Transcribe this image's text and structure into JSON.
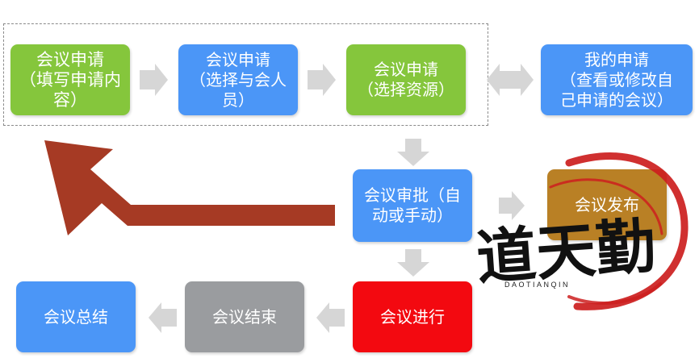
{
  "nodes": {
    "apply_fill": {
      "line1": "会议申请",
      "line2": "（填写申请内",
      "line3": "容）"
    },
    "apply_select_participants": {
      "line1": "会议申请",
      "line2": "（选择与会人",
      "line3": "员）"
    },
    "apply_select_resources": {
      "line1": "会议申请",
      "line2": "（选择资源）"
    },
    "my_applications": {
      "line1": "我的申请",
      "line2": "（查看或修改自",
      "line3": "己申请的会议）"
    },
    "approval": {
      "line1": "会议审批（自",
      "line2": "动或手动）"
    },
    "publish": {
      "label": "会议发布"
    },
    "in_progress": {
      "label": "会议进行"
    },
    "ended": {
      "label": "会议结束"
    },
    "summary": {
      "label": "会议总结"
    }
  },
  "watermark": {
    "text": "道天勤",
    "subtext": "DAOTIANQIN"
  },
  "colors": {
    "green": "#85c63c",
    "blue": "#4b96f7",
    "gray": "#9a9c9f",
    "red": "#f30910",
    "amber": "#b98025",
    "connector": "#d6d6d6",
    "return_arrow": "#a63a24"
  }
}
